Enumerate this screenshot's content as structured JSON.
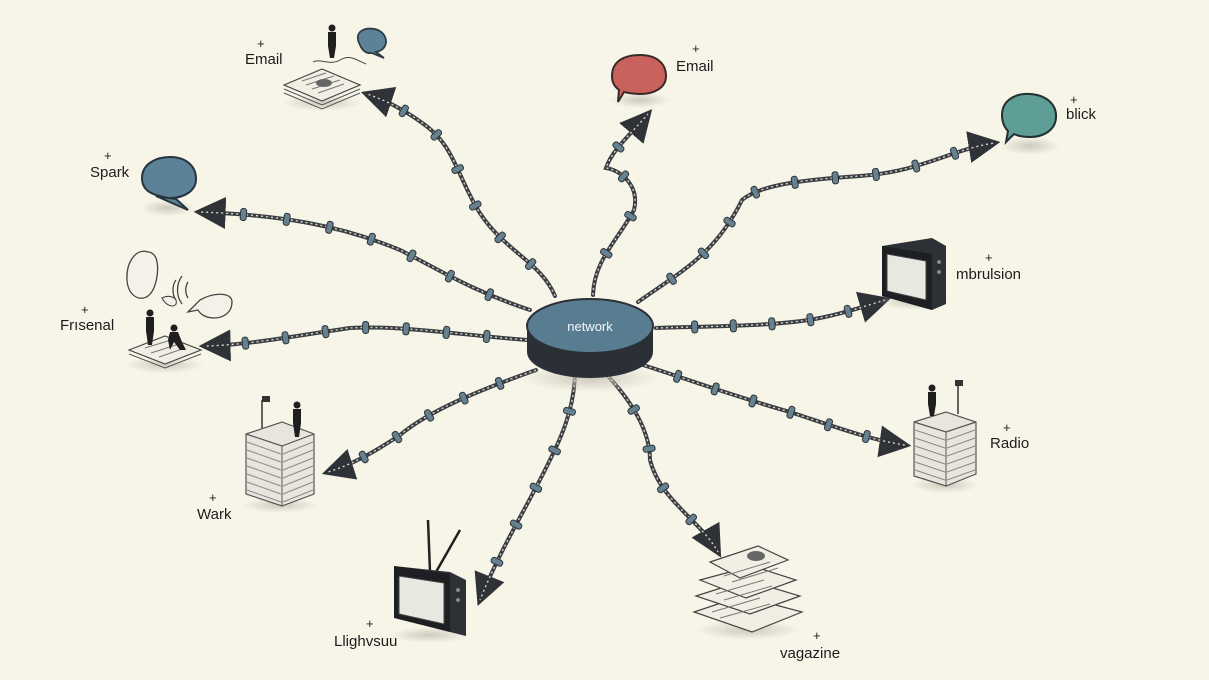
{
  "hub": {
    "label": "network"
  },
  "nodes": [
    {
      "id": "email-top-left",
      "label": "Email",
      "icon": "newspaper-with-person-and-speech-bubble-icon"
    },
    {
      "id": "email-top",
      "label": "Email",
      "icon": "red-speech-bubble-icon"
    },
    {
      "id": "blick",
      "label": "blick",
      "icon": "teal-speech-bubble-icon"
    },
    {
      "id": "spark",
      "label": "Spark",
      "icon": "blue-speech-bubble-icon"
    },
    {
      "id": "frisenal",
      "label": "Frısenal",
      "icon": "people-conversation-icon"
    },
    {
      "id": "mbrulsion",
      "label": "mbrulsion",
      "icon": "television-icon"
    },
    {
      "id": "radio",
      "label": "Radio",
      "icon": "newspaper-stack-with-speaker-icon"
    },
    {
      "id": "wark",
      "label": "Wark",
      "icon": "newspaper-stack-with-speaker-icon"
    },
    {
      "id": "llighvsuu",
      "label": "Llighvsuu",
      "icon": "antenna-television-icon"
    },
    {
      "id": "vagazine",
      "label": "vagazine",
      "icon": "magazine-pile-icon"
    }
  ],
  "colors": {
    "background": "#f7f5e8",
    "hub_top": "#587d91",
    "hub_side": "#2b3036",
    "connector": "#3b3f44",
    "bead": "#66818f",
    "bubble_blue": "#5b8297",
    "bubble_red": "#c9615c",
    "bubble_teal": "#5f9e97"
  }
}
